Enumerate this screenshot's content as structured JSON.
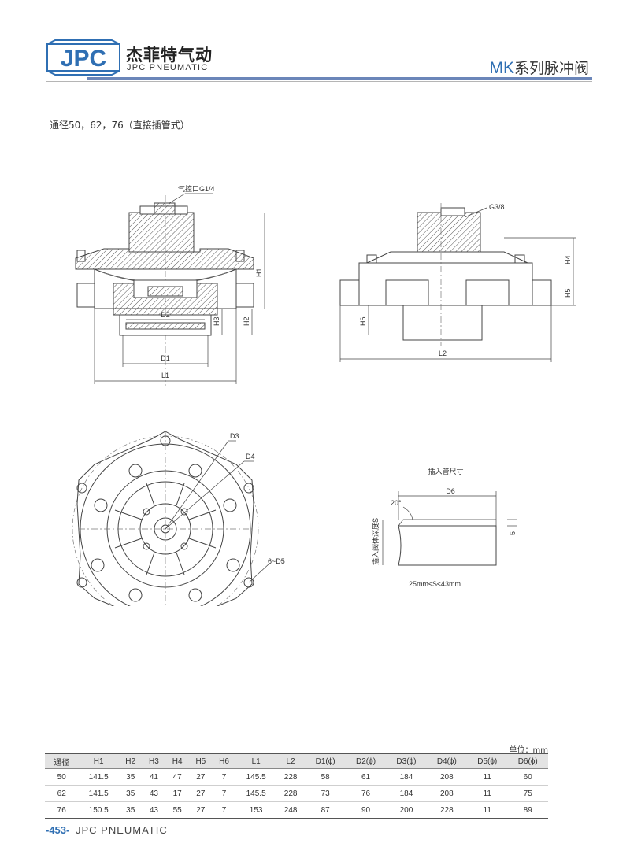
{
  "header": {
    "logo_text": "JPC",
    "brand_cn": "杰菲特气动",
    "brand_en": "JPC PNEUMATIC",
    "series_prefix": "MK",
    "series_rest": "系列脉冲阀",
    "brand_color": "#2f6fb3"
  },
  "subtitle": "通径50，62，76（直接插管式）",
  "drawing": {
    "pilot_port_label": "气控口G1/4",
    "g38_label": "G3/8",
    "h1": "H1",
    "h2": "H2",
    "h3": "H3",
    "h4": "H4",
    "h5": "H5",
    "h6": "H6",
    "d1": "D1",
    "d2": "D2",
    "d3": "D3",
    "d4": "D4",
    "d5": "6~D5",
    "d6": "D6",
    "l1": "L1",
    "l2": "L2",
    "pipe_title": "插入管尺寸",
    "angle": "20°",
    "depth_label": "插入阀体深度S",
    "five": "5",
    "range": "25mm≤S≤43mm"
  },
  "table": {
    "unit": "单位：mm",
    "headers": [
      "通径",
      "H1",
      "H2",
      "H3",
      "H4",
      "H5",
      "H6",
      "L1",
      "L2",
      "D1(ϕ)",
      "D2(ϕ)",
      "D3(ϕ)",
      "D4(ϕ)",
      "D5(ϕ)",
      "D6(ϕ)"
    ],
    "rows": [
      [
        "50",
        "141.5",
        "35",
        "41",
        "47",
        "27",
        "7",
        "145.5",
        "228",
        "58",
        "61",
        "184",
        "208",
        "11",
        "60"
      ],
      [
        "62",
        "141.5",
        "35",
        "43",
        "17",
        "27",
        "7",
        "145.5",
        "228",
        "73",
        "76",
        "184",
        "208",
        "11",
        "75"
      ],
      [
        "76",
        "150.5",
        "35",
        "43",
        "55",
        "27",
        "7",
        "153",
        "248",
        "87",
        "90",
        "200",
        "228",
        "11",
        "89"
      ]
    ]
  },
  "footer": {
    "page_number": "-453-",
    "brand": "JPC PNEUMATIC"
  }
}
